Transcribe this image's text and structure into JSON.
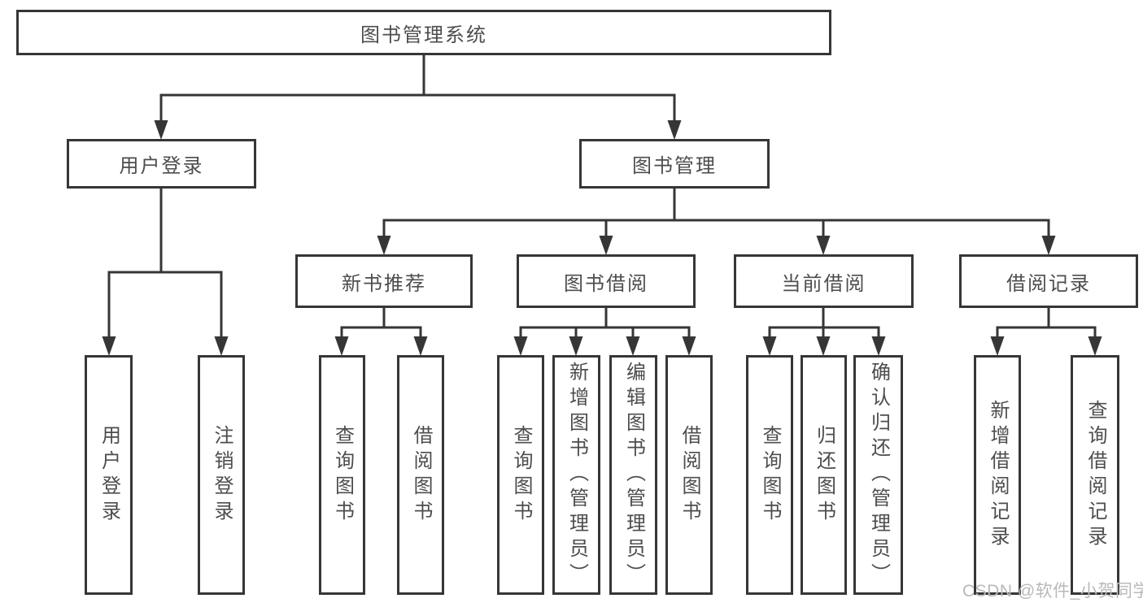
{
  "diagram_type": "functional-structure-tree",
  "hierarchy": {
    "label": "图书管理系统",
    "children": [
      {
        "label": "用户登录",
        "children": [
          {
            "label": "用户登录"
          },
          {
            "label": "注销登录"
          }
        ]
      },
      {
        "label": "图书管理",
        "children": [
          {
            "label": "新书推荐",
            "children": [
              {
                "label": "查询图书"
              },
              {
                "label": "借阅图书"
              }
            ]
          },
          {
            "label": "图书借阅",
            "children": [
              {
                "label": "查询图书"
              },
              {
                "label": "新增图书（管理员）"
              },
              {
                "label": "编辑图书（管理员）"
              },
              {
                "label": "借阅图书"
              }
            ]
          },
          {
            "label": "当前借阅",
            "children": [
              {
                "label": "查询图书"
              },
              {
                "label": "归还图书"
              },
              {
                "label": "确认归还（管理员）"
              }
            ]
          },
          {
            "label": "借阅记录",
            "children": [
              {
                "label": "新增借阅记录"
              },
              {
                "label": "查询借阅记录"
              }
            ]
          }
        ]
      }
    ]
  },
  "watermark": {
    "text": "CSDN @软件_小贺同学"
  },
  "colors": {
    "line": "#363636",
    "text": "#4d4d4d",
    "watermark": "#b9b9b9",
    "background": "#ffffff"
  }
}
